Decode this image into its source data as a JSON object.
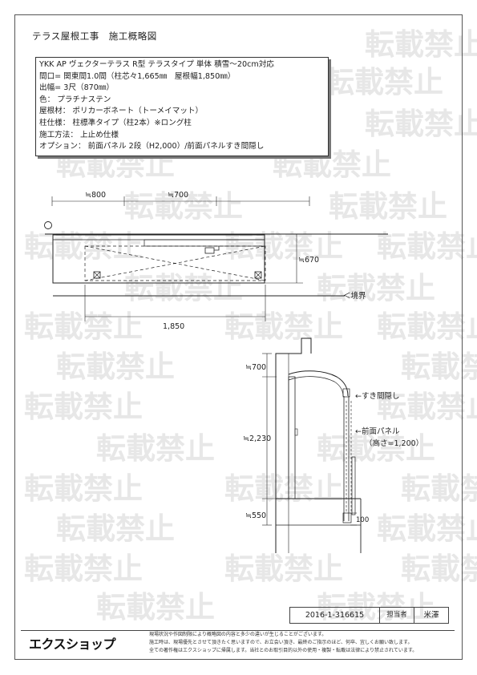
{
  "header": {
    "title": "テラス屋根工事　施工概略図"
  },
  "spec": {
    "lines": [
      "YKK AP ヴェクターテラス R型 テラスタイプ 単体 積雪～20cm対応",
      "間口= 関東間1.0間（柱芯々1,665㎜　屋根幅1,850㎜）",
      "出幅= 3尺（870㎜）",
      "色： プラチナステン",
      "屋根材： ポリカーボネート（トーメイマット）",
      "柱仕様： 柱標準タイプ（柱2本）※ロング柱",
      "施工方法： 上止め仕様",
      "オプション： 前面パネル 2段（H2,000）/前面パネルすき間隠し"
    ]
  },
  "watermark": {
    "text": "転載禁止"
  },
  "plan": {
    "dim_top_left": "≒800",
    "dim_top_mid": "≒700",
    "dim_right": "≒670",
    "dim_bottom": "1,850",
    "boundary_label": "＜境界"
  },
  "section": {
    "dim_top": "≒700",
    "dim_height": "≒2,230",
    "dim_bottom": "≒550",
    "dim_small": "100",
    "label_gap_cover": "←すき間隠し",
    "label_front_panel": "←前面パネル",
    "label_panel_height": "（高さ=1,200）"
  },
  "footer": {
    "doc_number": "2016-1-316615",
    "person_label": "担当者",
    "person_name": "米澤",
    "logo": "エクスショップ",
    "notes": [
      "現場状況や作図制限により概略図の内容と多少の違いが生じることがございます。",
      "施工時は、現場優先とさせて頂きたく思いますので、お立会い頂き、最終のご指示のほど、何卒、宜しくお願い致します。",
      "全ての著作権はエクスショップに帰属します。当社とのお取引目的以外の使用・複製・転載は法律により禁止されています。"
    ]
  }
}
